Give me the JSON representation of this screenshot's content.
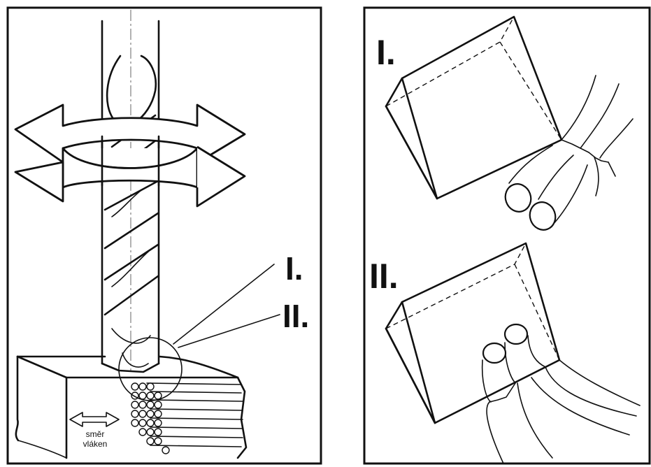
{
  "left_panel": {
    "label_I": "I.",
    "label_II": "II.",
    "fiber_direction_line1": "směr",
    "fiber_direction_line2": "vláken"
  },
  "right_panel": {
    "label_I": "I.",
    "label_II": "II."
  },
  "icons": {
    "rotation_arrow": "curved-double-arrow-icon",
    "fiber_arrow": "double-arrow-icon"
  },
  "colors": {
    "line": "#111111",
    "background": "#ffffff"
  }
}
